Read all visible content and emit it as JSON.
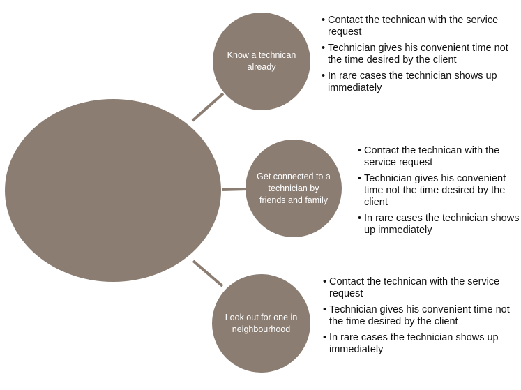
{
  "diagram": {
    "colors": {
      "shape_fill": "#8b7d72",
      "connector": "#8b7d72",
      "node_text": "#ffffff",
      "bullet_text": "#111111"
    },
    "nodes": [
      {
        "label": "Know a technican already",
        "bullets": [
          "Contact the technican with the service request",
          "Technician gives his convenient time not the time desired by the client",
          "In rare cases the technician shows up immediately"
        ]
      },
      {
        "label": "Get connected to a technician by friends and family",
        "bullets": [
          "Contact the technican with the service request",
          "Technician gives his convenient time not the time desired by the client",
          "In rare cases the technician shows up immediately"
        ]
      },
      {
        "label": "Look out for one in neighbourhood",
        "bullets": [
          "Contact the technican with the service request",
          "Technician gives his convenient time not the time desired by the client",
          "In rare cases the technician shows up immediately"
        ]
      }
    ]
  }
}
